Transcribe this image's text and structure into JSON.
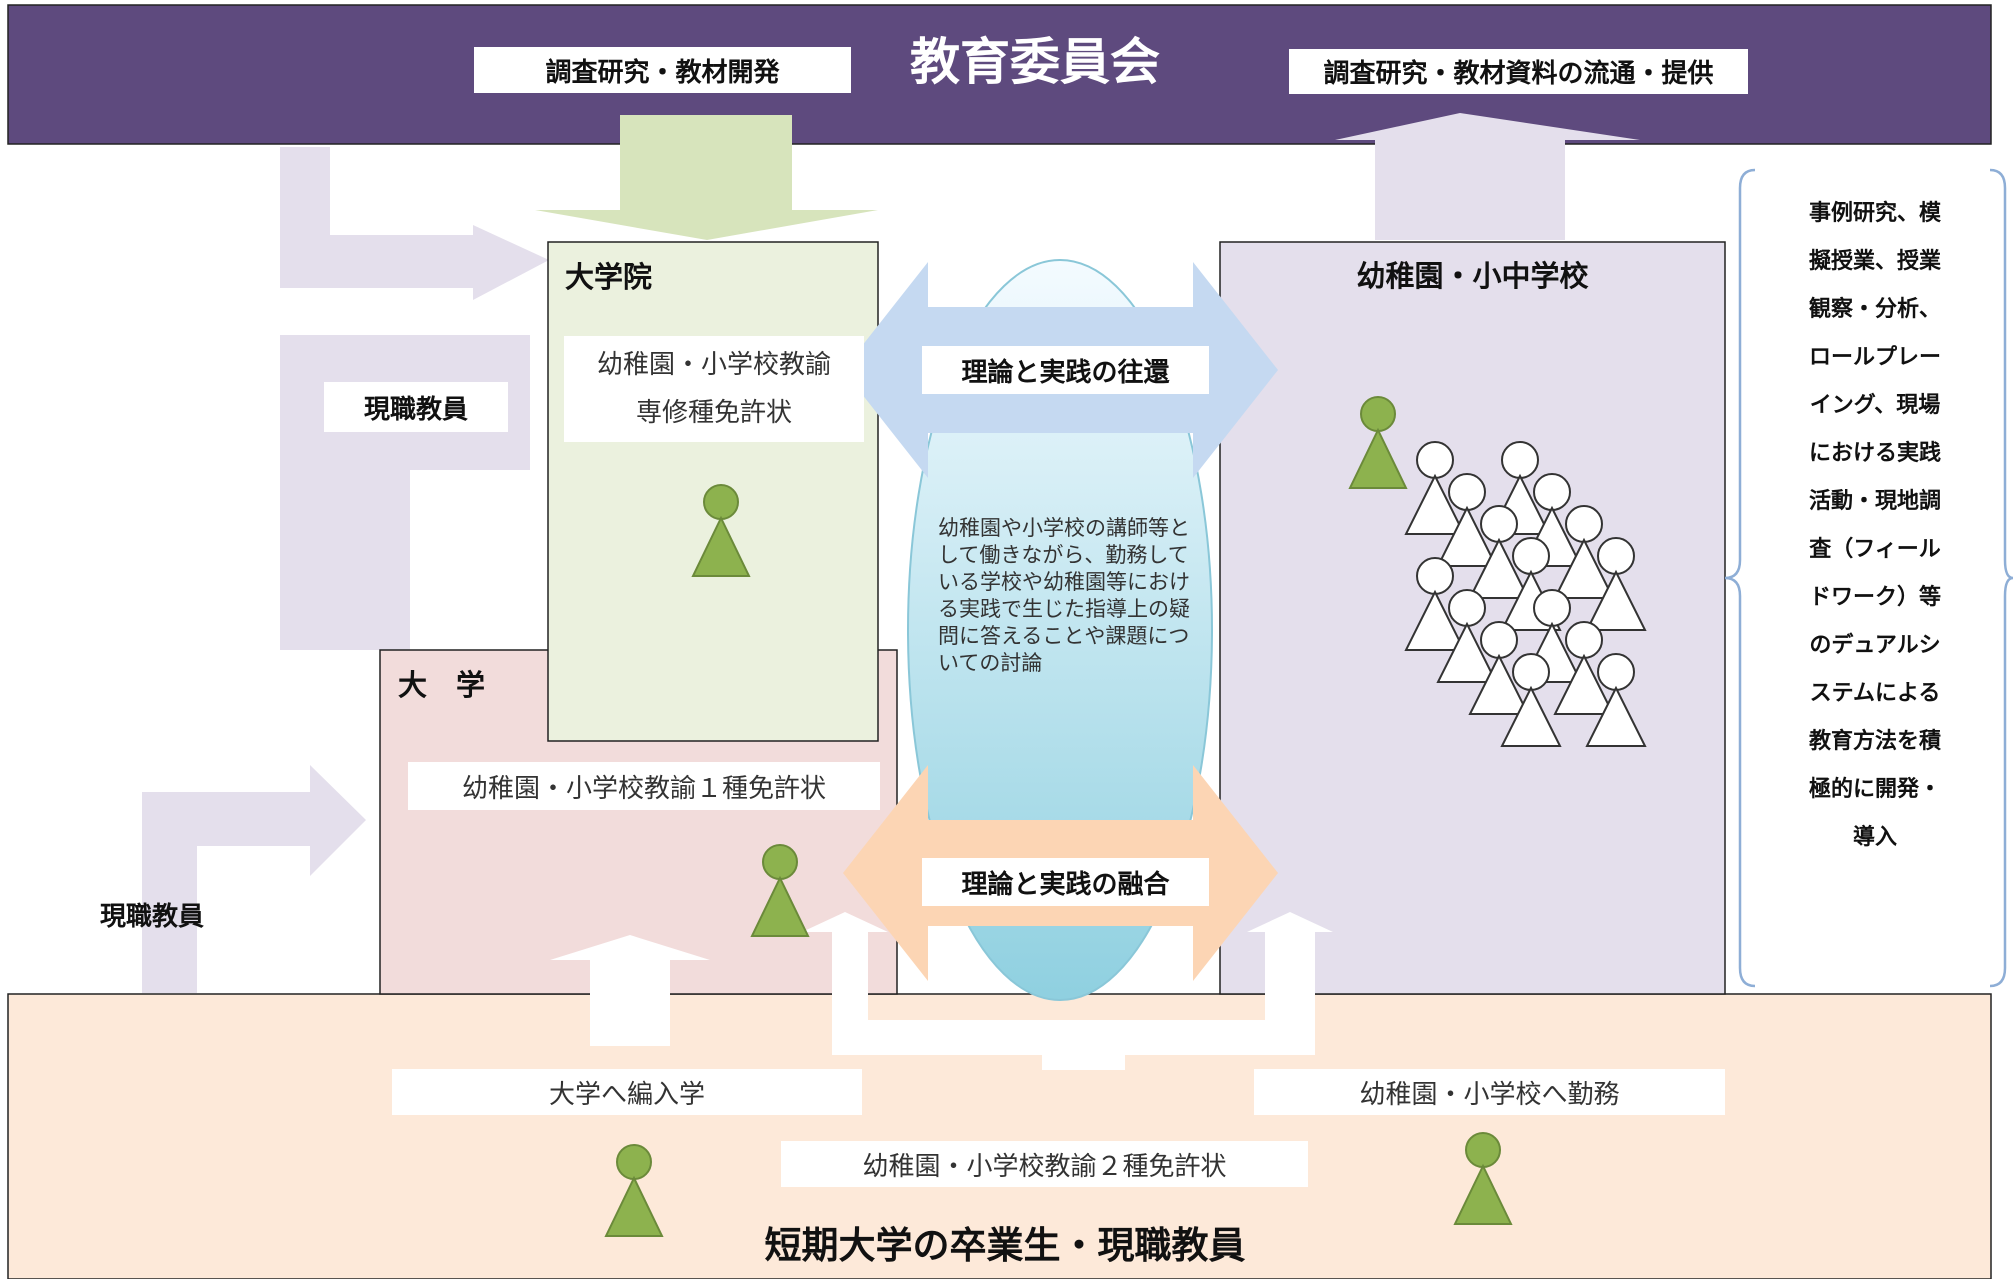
{
  "board": {
    "title": "教育委員会",
    "left_label": "調査研究・教材開発",
    "right_label": "調査研究・教材資料の流通・提供"
  },
  "grad_school": {
    "title": "大学院",
    "license_line1": "幼稚園・小学校教諭",
    "license_line2": "専修種免許状"
  },
  "university": {
    "title": "大　学",
    "license": "幼稚園・小学校教諭１種免許状"
  },
  "schools": {
    "title": "幼稚園・小中学校"
  },
  "center": {
    "top_arrow_label": "理論と実践の往還",
    "bottom_arrow_label": "理論と実践の融合",
    "discussion_text": "幼稚園や小学校の講師等として働きながら、勤務している学校や幼稚園等における実践で生じた指導上の疑問に答えることや課題についての討論"
  },
  "in_service_teachers_upper": "現職教員",
  "in_service_teachers_lower": "現職教員",
  "junior_college": {
    "title": "短期大学の卒業生・現職教員",
    "transfer_label": "大学へ編入学",
    "license": "幼稚園・小学校教諭２種免許状",
    "work_label": "幼稚園・小学校へ勤務"
  },
  "side_note": [
    "事例研究、模",
    "擬授業、授業",
    "観察・分析、",
    "ロールプレー",
    "イング、現場",
    "における実践",
    "活動・現地調",
    "査（フィール",
    "ドワーク）等",
    "のデュアルシ",
    "ステムによる",
    "教育方法を積",
    "極的に開発・",
    "導入"
  ],
  "colors": {
    "board": "#5e4a7e",
    "grad_school": "#ebf1de",
    "university": "#f2dcdb",
    "schools": "#e4dfec",
    "junior_college": "#fde9d9",
    "arrow_lavender": "#e4dfec",
    "arrow_green": "#d7e4bc",
    "arrow_blue": "#c5d9f1",
    "arrow_peach": "#fcd5b4",
    "person_green": "#8db24e",
    "brace_blue": "#8eaed6"
  },
  "icons": [
    "person-icon",
    "student-icon"
  ]
}
